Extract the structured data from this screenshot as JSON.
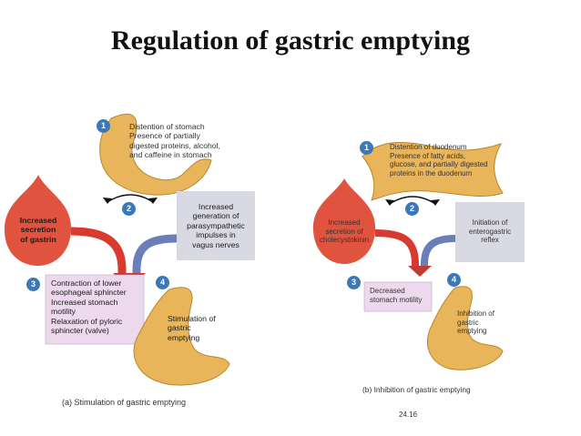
{
  "title": "Regulation of gastric emptying",
  "colors": {
    "stomach": "#e8b55a",
    "hormone_drop": "#e0533f",
    "info_box": "#d9d9e3",
    "effect_box": "#ecd9ee",
    "step_badge": "#3a78b8",
    "arrow_red": "#d83a2f",
    "arrow_blue": "#6a7fb8"
  },
  "panel_a": {
    "steps": [
      "1",
      "2",
      "3",
      "4"
    ],
    "step1_text": "Distention of stomach\nPresence of partially\ndigested proteins, alcohol,\nand caffeine in stomach",
    "hormone_text": "Increased\nsecretion\nof gastrin",
    "nerve_text": "Increased\ngeneration of\nparasympathetic\nimpulses in\nvagus nerves",
    "effect_text": "Contraction of lower\nesophageal sphincter\nIncreased stomach\nmotility\nRelaxation of pyloric\nsphincter (valve)",
    "result_text": "Stimulation of\ngastric\nemptying",
    "caption": "(a) Stimulation of gastric emptying"
  },
  "panel_b": {
    "steps": [
      "1",
      "2",
      "3",
      "4"
    ],
    "step1_text": "Distention of duodenum\nPresence of fatty acids,\nglucose, and partially digested\nproteins in the duodenum",
    "hormone_text": "Increased\nsecretion of\ncholecystokinin",
    "reflex_text": "Initiation of\nenterogastric\nreflex",
    "effect_text": "Decreased\nstomach motility",
    "result_text": "Inhibition of\ngastric\nemptying",
    "caption": "(b) Inhibition of gastric emptying"
  },
  "figure_number": "24.16"
}
